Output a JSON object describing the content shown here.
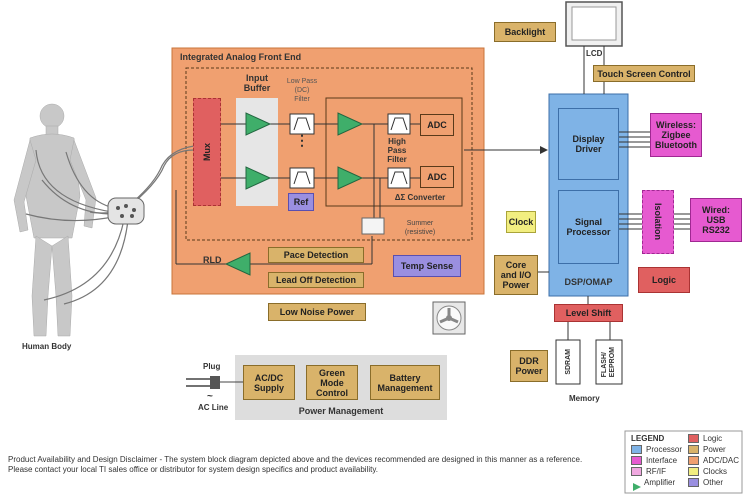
{
  "afe": {
    "title": "Integrated Analog Front End",
    "mux": "Mux",
    "input_buffer": "Input\nBuffer",
    "lowpass": "Low Pass\n(DC)\nFilter",
    "highpass": "High\nPass\nFilter",
    "adc": "ADC",
    "converter": "ΔΣ Converter",
    "ref": "Ref",
    "summer": "Summer\n(resistive)",
    "rld": "RLD",
    "pace_detection": "Pace Detection",
    "lead_off_detection": "Lead Off Detection",
    "temp_sense": "Temp Sense",
    "dots": "⋮"
  },
  "low_noise_power": "Low Noise Power",
  "human_body": "Human Body",
  "backlight": "Backlight",
  "lcd": "LCD",
  "touch_screen": "Touch Screen Control",
  "dsp": {
    "display_driver": "Display\nDriver",
    "signal_processor": "Signal\nProcessor",
    "label": "DSP/OMAP"
  },
  "wireless": "Wireless:\nZigbee\nBluetooth",
  "isolation": "Isolation",
  "wired": "Wired:\nUSB\nRS232",
  "clock": "Clock",
  "core_io_power": "Core\nand I/O\nPower",
  "logic": "Logic",
  "level_shift": "Level Shift",
  "ddr_power": "DDR\nPower",
  "sdram": "SDRAM",
  "flash": "FLASH/\nEEPROM",
  "memory": "Memory",
  "power_mgmt": {
    "plug": "Plug",
    "ac_line": "AC Line",
    "ac_symbol": "~",
    "ac_dc": "AC/DC\nSupply",
    "green_mode": "Green\nMode\nControl",
    "battery": "Battery\nManagement",
    "title": "Power Management"
  },
  "disclaimer": "Product Availability and Design Disclaimer - The system block diagram depicted above and the devices recommended are designed in this manner as a reference.  Please contact your local TI sales office or distributor for system design specifics and product availability.",
  "legend": {
    "title": "LEGEND",
    "items": [
      {
        "label": "Processor",
        "color": "#7fb3e6"
      },
      {
        "label": "Interface",
        "color": "#e65ad0"
      },
      {
        "label": "RF/IF",
        "color": "#f0a8e0"
      },
      {
        "label": "Amplifier",
        "color": "#3fae6a"
      },
      {
        "label": "Logic",
        "color": "#e06060"
      },
      {
        "label": "Power",
        "color": "#d9b36a"
      },
      {
        "label": "ADC/DAC",
        "color": "#f0a070"
      },
      {
        "label": "Clocks",
        "color": "#f2ee80"
      },
      {
        "label": "Other",
        "color": "#9a8fe0"
      }
    ]
  }
}
